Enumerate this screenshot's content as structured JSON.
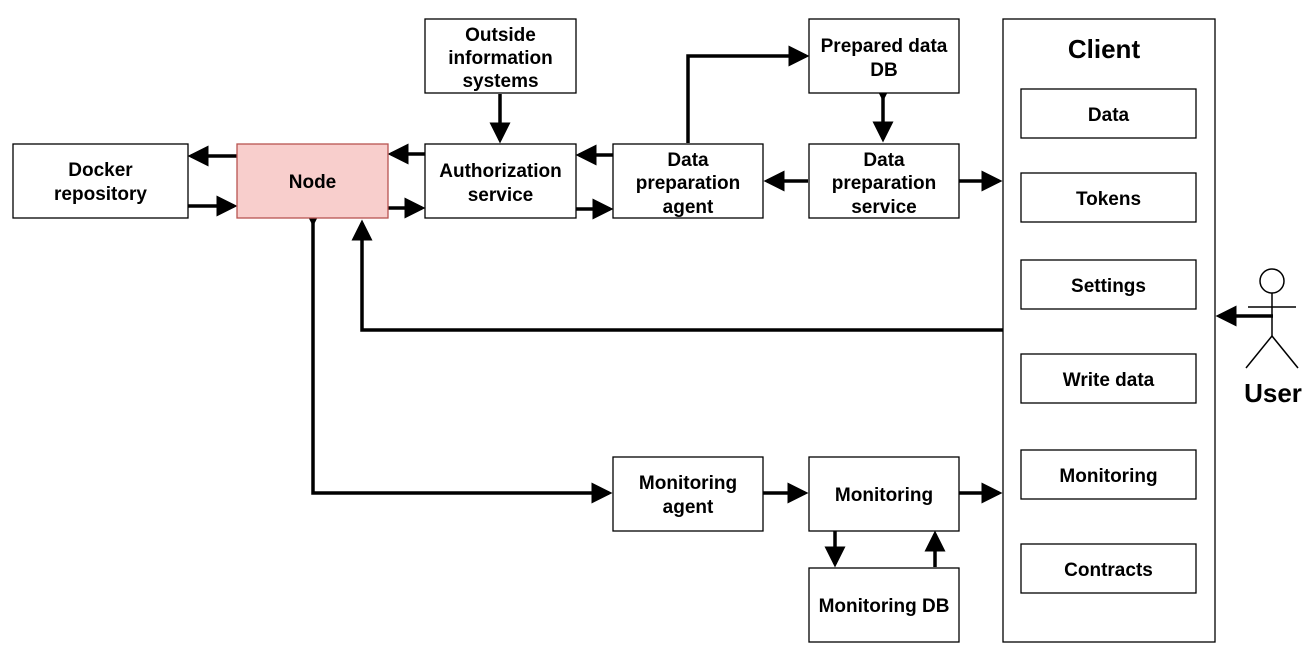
{
  "colors": {
    "node_fill": "#f8cecc",
    "node_stroke": "#b85450",
    "line": "#000000"
  },
  "nodes": {
    "docker": [
      "Docker",
      "repository"
    ],
    "node": [
      "Node"
    ],
    "auth": [
      "Authorization",
      "service"
    ],
    "outside": [
      "Outside",
      "information",
      "systems"
    ],
    "prep_agent": [
      "Data",
      "preparation",
      "agent"
    ],
    "prepared_db": [
      "Prepared data",
      "DB"
    ],
    "prep_service": [
      "Data",
      "preparation",
      "service"
    ],
    "mon_agent": [
      "Monitoring",
      "agent"
    ],
    "monitoring": [
      "Monitoring"
    ],
    "mon_db": [
      "Monitoring DB"
    ]
  },
  "client": {
    "title": "Client",
    "items": [
      "Data",
      "Tokens",
      "Settings",
      "Write data",
      "Monitoring",
      "Contracts"
    ]
  },
  "user": {
    "label": "User",
    "icon": "stick-figure-icon"
  }
}
